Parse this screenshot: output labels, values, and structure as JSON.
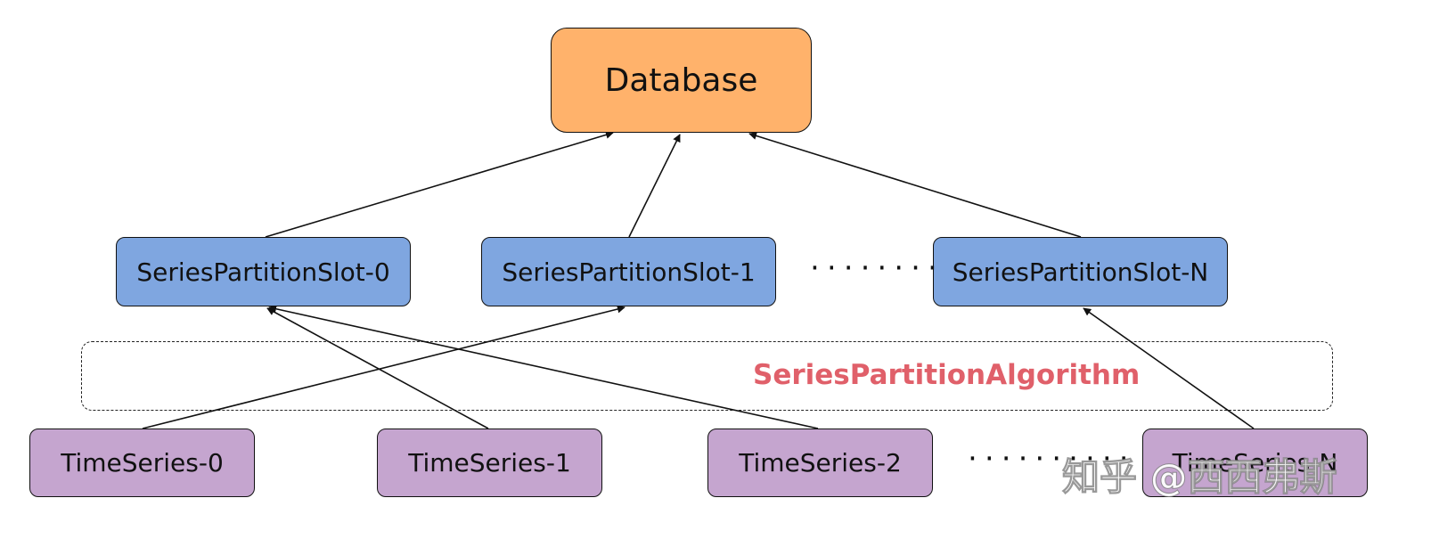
{
  "diagram": {
    "database": {
      "label": "Database",
      "color": "#ffb26b"
    },
    "slots": [
      {
        "label": "SeriesPartitionSlot-0"
      },
      {
        "label": "SeriesPartitionSlot-1"
      },
      {
        "label": "SeriesPartitionSlot-N"
      }
    ],
    "slot_color": "#7fa6e0",
    "slot_ellipsis": "········",
    "algorithm": {
      "label": "SeriesPartitionAlgorithm",
      "color": "#e0606a"
    },
    "timeseries": [
      {
        "label": "TimeSeries-0"
      },
      {
        "label": "TimeSeries-1"
      },
      {
        "label": "TimeSeries-2"
      },
      {
        "label": "TimeSeries-N"
      }
    ],
    "timeseries_color": "#c5a5cf",
    "timeseries_ellipsis": "··········",
    "edges": [
      {
        "from": "slots.0",
        "to": "database"
      },
      {
        "from": "slots.1",
        "to": "database"
      },
      {
        "from": "slots.2",
        "to": "database"
      },
      {
        "from": "timeseries.0",
        "to": "slots.1"
      },
      {
        "from": "timeseries.1",
        "to": "slots.0"
      },
      {
        "from": "timeseries.2",
        "to": "slots.0"
      },
      {
        "from": "timeseries.3",
        "to": "slots.2"
      }
    ]
  },
  "watermark": {
    "text": "知乎 @西西弗斯"
  }
}
